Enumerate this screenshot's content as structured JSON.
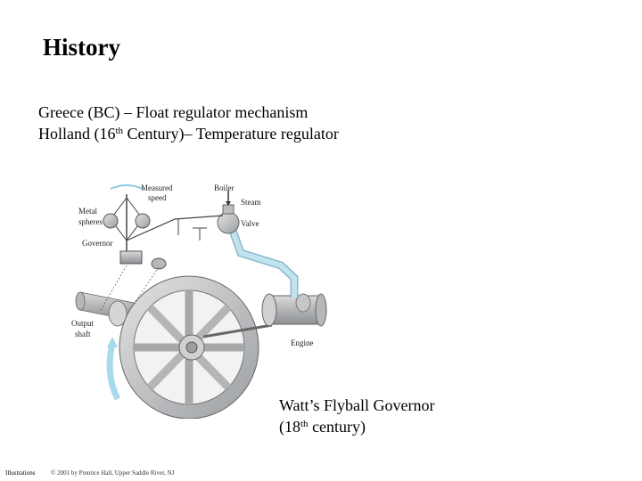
{
  "slide": {
    "title": "History",
    "lines": [
      {
        "pre": "Greece (BC) – Float regulator mechanism",
        "sup": "",
        "post": ""
      },
      {
        "pre": "Holland (16",
        "sup": "th",
        "post": " Century)– Temperature regulator"
      }
    ],
    "caption": {
      "line1": "Watt’s Flyball Governor",
      "line2_pre": "(18",
      "line2_sup": "th",
      "line2_post": " century)"
    },
    "footer": {
      "left": "Illustrations",
      "copyright": "© 2001 by Prentice Hall, Upper Saddle River, NJ"
    }
  },
  "figure": {
    "labels": {
      "measured_speed_1": "Measured",
      "measured_speed_2": "speed",
      "boiler": "Boiler",
      "steam": "Steam",
      "valve": "Valve",
      "metal_spheres_1": "Metal",
      "metal_spheres_2": "spheres",
      "governor": "Governor",
      "output_shaft_1": "Output",
      "output_shaft_2": "shaft",
      "engine": "Engine"
    },
    "colors": {
      "steel": "#c9cbcd",
      "steel_dark": "#8e9194",
      "pipe": "#bfe3ef",
      "arrow": "#a9d9ec"
    }
  }
}
